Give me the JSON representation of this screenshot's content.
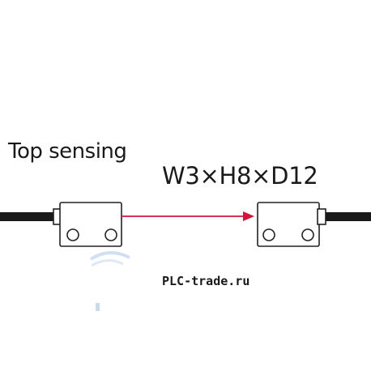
{
  "diagram": {
    "caption": "Top sensing",
    "dimensions": "W3×H8×D12",
    "watermark": "PLC-trade.ru",
    "colors": {
      "beam": "#d5143a",
      "cable": "#1a1a1a",
      "outline": "#222222",
      "watermark_swirl": "#cfe0f2"
    }
  }
}
